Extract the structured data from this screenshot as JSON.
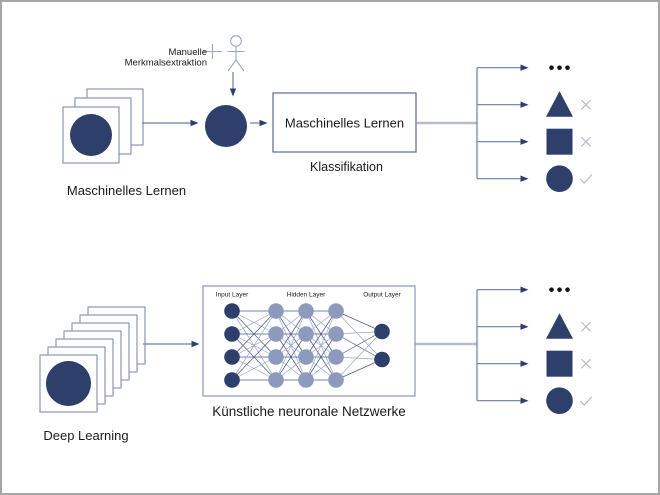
{
  "colors": {
    "navy": "#2e3f6b",
    "node_light": "#8e9abd",
    "stroke_blue": "#6d7da8",
    "stroke_light": "#b6bccb",
    "stack_border": "#8a97ba",
    "box_border": "#5b6b9a",
    "nn_line_dark": "#46578a",
    "nn_line_light": "#9aa5c4",
    "mark": "#b4bac6",
    "dots": "#141414",
    "figure": "#9aa6c4",
    "text": "#1a1a1a",
    "frame_border": "#a6a6a6",
    "background": "#ffffff"
  },
  "top": {
    "caption": "Maschinelles Lernen",
    "annotation_line1": "Manuelle",
    "annotation_line2": "Merkmalsextraktion",
    "box_label": "Maschinelles Lernen",
    "box_sublabel": "Klassifikation",
    "stack_count": 3
  },
  "bottom": {
    "caption": "Deep Learning",
    "network_caption": "Künstliche neuronale Netzwerke",
    "layer_labels": [
      "Input Layer",
      "Hidden Layer",
      "Output Layer"
    ],
    "layers": [
      {
        "count": 4,
        "tone": "dark"
      },
      {
        "count": 4,
        "tone": "light"
      },
      {
        "count": 4,
        "tone": "light"
      },
      {
        "count": 4,
        "tone": "light"
      },
      {
        "count": 2,
        "tone": "dark"
      }
    ],
    "stack_count": 7
  },
  "outputs": {
    "rows": [
      {
        "shape": "ellipsis",
        "mark": "none"
      },
      {
        "shape": "triangle",
        "mark": "cross"
      },
      {
        "shape": "square",
        "mark": "cross"
      },
      {
        "shape": "circle",
        "mark": "check"
      }
    ]
  }
}
